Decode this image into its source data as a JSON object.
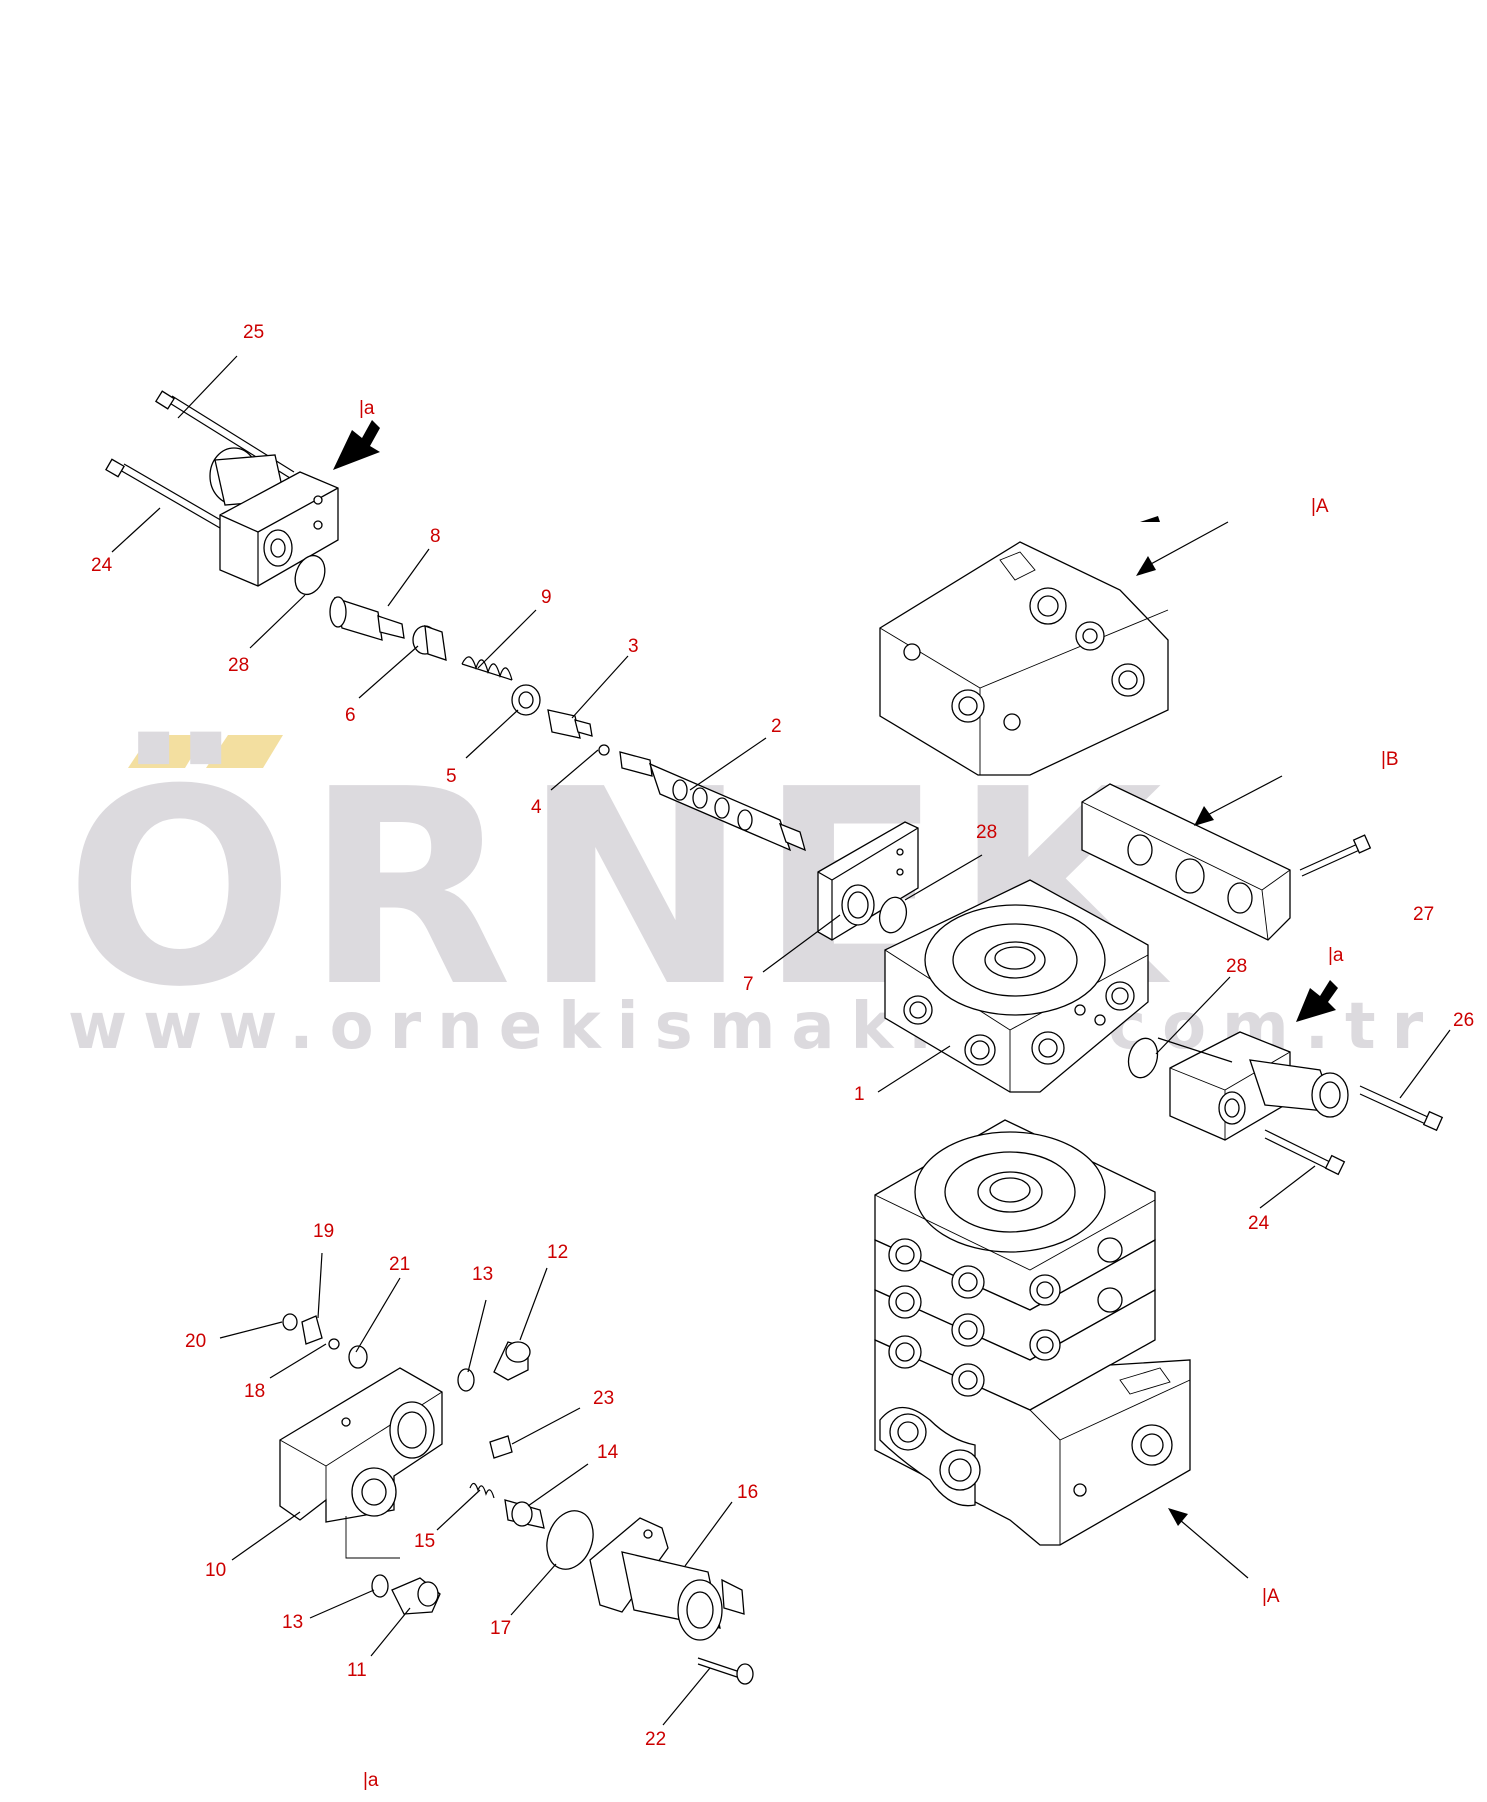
{
  "watermark": {
    "logo_text": "ÖRNEK",
    "url_text": "www.ornekismakina.com.tr",
    "accent_color": "#f3dfa0",
    "text_color": "#dcdade"
  },
  "callout_color": "#cc0000",
  "callouts": [
    {
      "id": "c25",
      "text": "25"
    },
    {
      "id": "c-a-top",
      "text": "|a"
    },
    {
      "id": "c24-left",
      "text": "24"
    },
    {
      "id": "c8",
      "text": "8"
    },
    {
      "id": "c9",
      "text": "9"
    },
    {
      "id": "c28-left",
      "text": "28"
    },
    {
      "id": "c6",
      "text": "6"
    },
    {
      "id": "c3",
      "text": "3"
    },
    {
      "id": "c5",
      "text": "5"
    },
    {
      "id": "c2",
      "text": "2"
    },
    {
      "id": "c4",
      "text": "4"
    },
    {
      "id": "c-A-top",
      "text": "|A"
    },
    {
      "id": "c-B",
      "text": "|B"
    },
    {
      "id": "c28-mid",
      "text": "28"
    },
    {
      "id": "c27",
      "text": "27"
    },
    {
      "id": "c7",
      "text": "7"
    },
    {
      "id": "c-a-right",
      "text": "|a"
    },
    {
      "id": "c28-right",
      "text": "28"
    },
    {
      "id": "c26",
      "text": "26"
    },
    {
      "id": "c1",
      "text": "1"
    },
    {
      "id": "c24-right",
      "text": "24"
    },
    {
      "id": "c19",
      "text": "19"
    },
    {
      "id": "c12",
      "text": "12"
    },
    {
      "id": "c21",
      "text": "21"
    },
    {
      "id": "c13-top",
      "text": "13"
    },
    {
      "id": "c20",
      "text": "20"
    },
    {
      "id": "c18",
      "text": "18"
    },
    {
      "id": "c23",
      "text": "23"
    },
    {
      "id": "c14",
      "text": "14"
    },
    {
      "id": "c16",
      "text": "16"
    },
    {
      "id": "c15",
      "text": "15"
    },
    {
      "id": "c10",
      "text": "10"
    },
    {
      "id": "c17",
      "text": "17"
    },
    {
      "id": "c13-bottom",
      "text": "13"
    },
    {
      "id": "c11",
      "text": "11"
    },
    {
      "id": "c-A-bottom",
      "text": "|A"
    },
    {
      "id": "c22",
      "text": "22"
    },
    {
      "id": "c-a-bottom",
      "text": "|a"
    }
  ]
}
